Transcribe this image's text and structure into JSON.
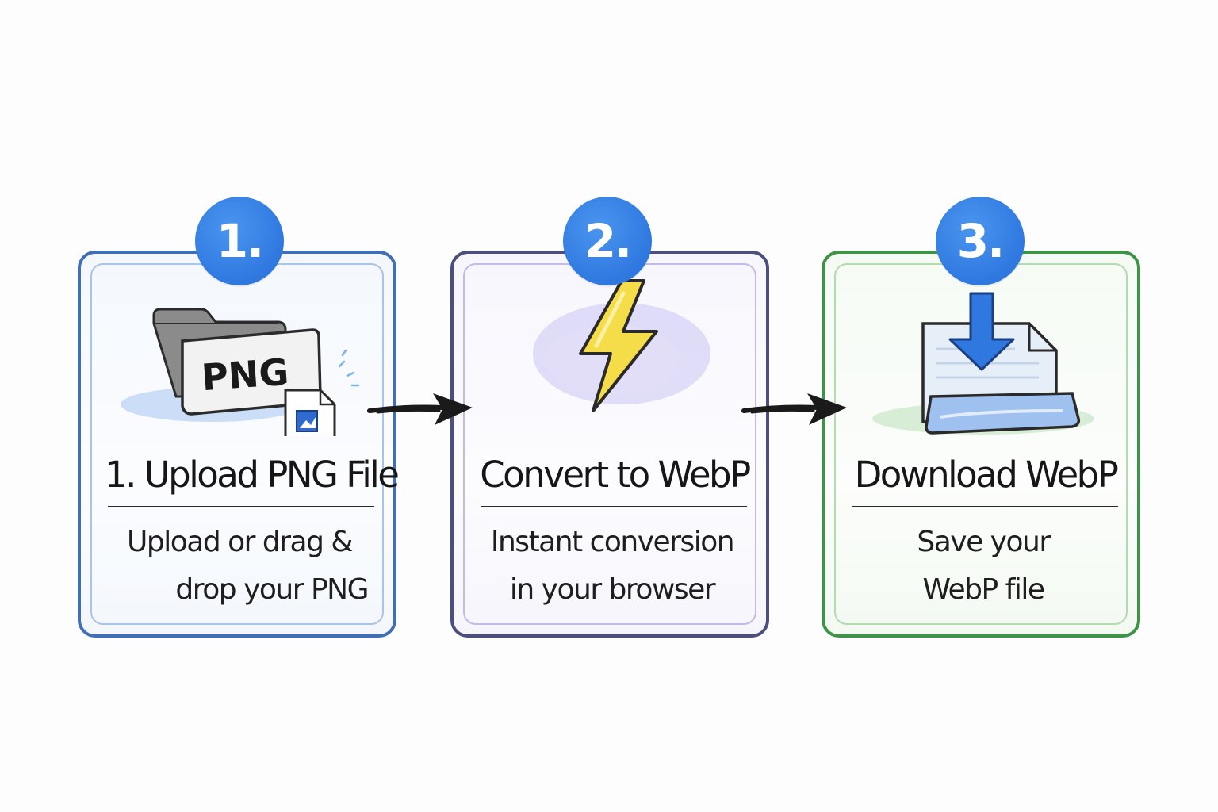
{
  "steps": [
    {
      "number": "1.",
      "title": "1. Upload PNG File",
      "desc_line1": "Upload or drag &",
      "desc_line2": "drop your PNG",
      "icon": "folder-png-icon",
      "file_label": "PNG",
      "color": "#3f6fb5"
    },
    {
      "number": "2.",
      "title": "Convert to WebP",
      "desc_line1": "Instant conversion",
      "desc_line2": "in your browser",
      "icon": "lightning-bolt-icon",
      "color": "#4b4f7e"
    },
    {
      "number": "3.",
      "title": "Download WebP",
      "desc_line1": "Save your",
      "desc_line2": "WebP file",
      "icon": "download-tray-icon",
      "color": "#3d9447"
    }
  ],
  "badge_color": "#2f78e0",
  "arrow_icon": "arrow-right-icon"
}
